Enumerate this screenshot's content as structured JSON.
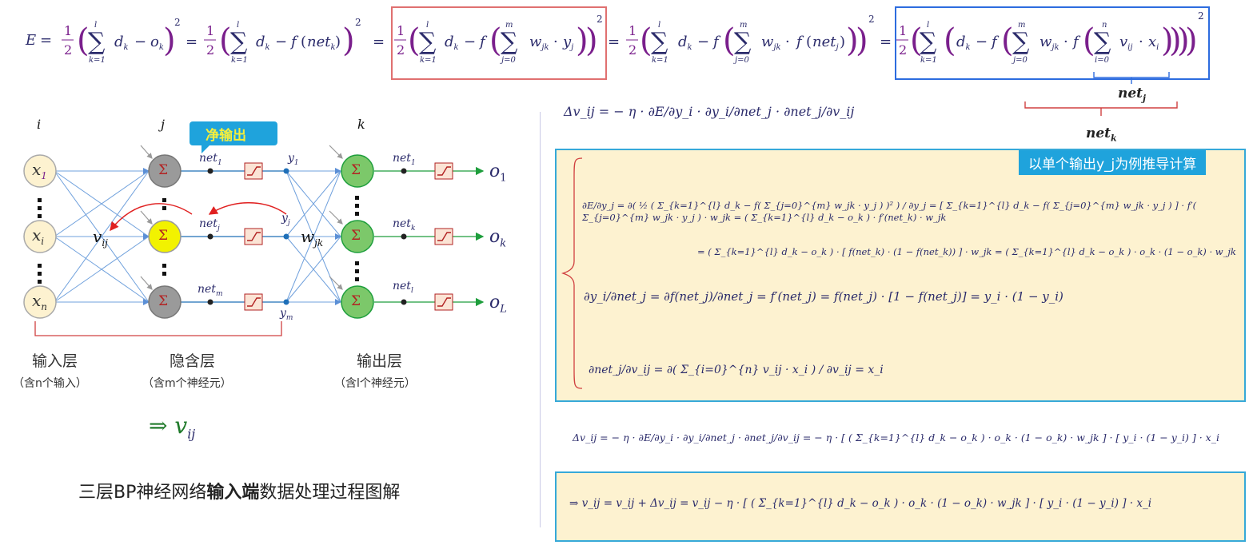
{
  "top_equation": {
    "segments": [
      "E = ½ ( Σ_{k=1}^{l} d_k − o_k )²",
      "= ½ ( Σ_{k=1}^{l} d_k − f(net_k) )²",
      "= ½ ( Σ_{k=1}^{l} d_k − f( Σ_{j=0}^{m} w_jk · y_j ) )²",
      "= ½ ( Σ_{k=1}^{l} d_k − f( Σ_{j=0}^{m} w_jk · f(net_j) ) )²",
      "= ½ ( Σ_{k=1}^{l} ( d_k − f( Σ_{j=0}^{m} w_jk · f( Σ_{i=0}^{n} v_ij · x_i ) ) ) )²"
    ],
    "brace_inner": "net_j",
    "brace_outer": "net_k"
  },
  "network": {
    "layer_labels": [
      "i",
      "j",
      "k"
    ],
    "inputs": [
      "x1",
      "xi",
      "xn"
    ],
    "input_sub": [
      "1",
      "i",
      "n"
    ],
    "sigma": "Σ",
    "net_labels": [
      "net1",
      "netj",
      "netm"
    ],
    "net_label_parts": [
      [
        "net",
        "1"
      ],
      [
        "net",
        "j"
      ],
      [
        "net",
        "m"
      ]
    ],
    "y_labels": [
      [
        "y",
        "1"
      ],
      [
        "y",
        "j"
      ],
      [
        "y",
        "m"
      ]
    ],
    "out_net_labels": [
      [
        "net",
        "1"
      ],
      [
        "net",
        "k"
      ],
      [
        "net",
        "l"
      ]
    ],
    "outputs": [
      [
        "o",
        "1"
      ],
      [
        "o",
        "k"
      ],
      [
        "o",
        "L"
      ]
    ],
    "weight_v": [
      "v",
      "ij"
    ],
    "weight_w": [
      "w",
      "jk"
    ],
    "callout": "净输出",
    "input_layer": "输入层",
    "input_layer_note": "（含n个输入）",
    "hidden_layer": "隐含层",
    "hidden_layer_note": "（含m个神经元）",
    "output_layer": "输出层",
    "output_layer_note": "（含l个神经元）",
    "arrow_result": "⇒ v",
    "arrow_result_sub": "ij",
    "caption_pre": "三层BP神经网络",
    "caption_bold": "输入端",
    "caption_post": "数据处理过程图解"
  },
  "right": {
    "delta_rule": "Δv_ij = − η · ∂E/∂y_i · ∂y_i/∂net_j · ∂net_j/∂v_ij",
    "panel_title": "以单个输出y_j为例推导计算",
    "line1": "∂E/∂y_j = ∂( ½ ( Σ_{k=1}^{l} d_k − f( Σ_{j=0}^{m} w_jk · y_j ) )² ) / ∂y_j = [ Σ_{k=1}^{l} d_k − f( Σ_{j=0}^{m} w_jk · y_j ) ] · f′( Σ_{j=0}^{m} w_jk · y_j ) · w_jk = ( Σ_{k=1}^{l} d_k − o_k ) · f′(net_k) · w_jk",
    "line2": "= ( Σ_{k=1}^{l} d_k − o_k ) · [ f(net_k) · (1 − f(net_k)) ] · w_jk = ( Σ_{k=1}^{l} d_k − o_k ) · o_k · (1 − o_k) · w_jk",
    "line3": "∂y_i/∂net_j = ∂f(net_j)/∂net_j = f′(net_j) = f(net_j) · [1 − f(net_j)] = y_i · (1 − y_i)",
    "line4": "∂net_j/∂v_ij = ∂( Σ_{i=0}^{n} v_ij · x_i ) / ∂v_ij = x_i",
    "delta_result": "Δv_ij = − η · ∂E/∂y_i · ∂y_i/∂net_j · ∂net_j/∂v_ij = − η · [ ( Σ_{k=1}^{l} d_k − o_k ) · o_k · (1 − o_k) · w_jk ] · [ y_i · (1 − y_i) ] · x_i",
    "update_rule": "⇒ v_ij = v_ij + Δv_ij = v_ij − η · [ ( Σ_{k=1}^{l} d_k − o_k ) · o_k · (1 − o_k) · w_jk ] · [ y_i · (1 − y_i) ] · x_i"
  }
}
